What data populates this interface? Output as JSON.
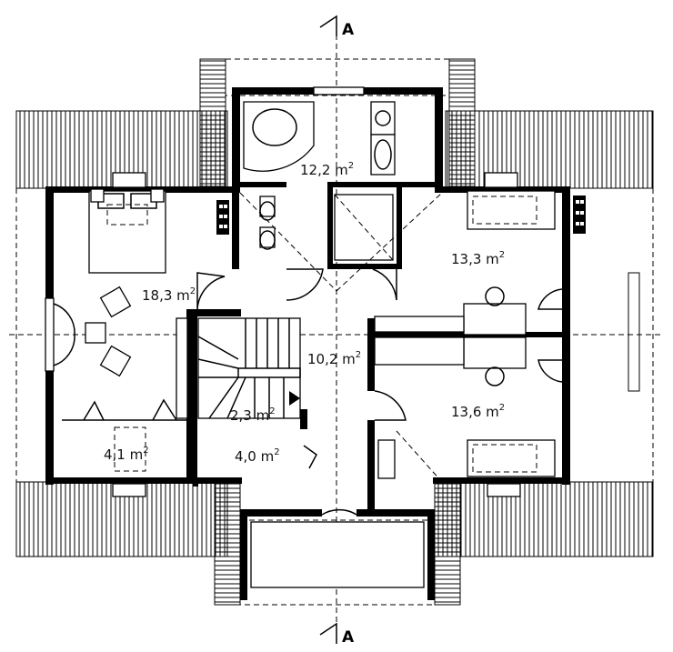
{
  "section_marks": {
    "top": "A",
    "bottom": "A"
  },
  "rooms": [
    {
      "id": "bathroom",
      "area": "12,2",
      "unit": "m",
      "exp": "2"
    },
    {
      "id": "bedroom-ne",
      "area": "13,3",
      "unit": "m",
      "exp": "2"
    },
    {
      "id": "bedroom-w",
      "area": "18,3",
      "unit": "m",
      "exp": "2"
    },
    {
      "id": "hall",
      "area": "10,2",
      "unit": "m",
      "exp": "2"
    },
    {
      "id": "bedroom-se",
      "area": "13,6",
      "unit": "m",
      "exp": "2"
    },
    {
      "id": "stair",
      "area": "2,3",
      "unit": "m",
      "exp": "2"
    },
    {
      "id": "wardrobe",
      "area": "4,1",
      "unit": "m",
      "exp": "2"
    },
    {
      "id": "landing",
      "area": "4,0",
      "unit": "m",
      "exp": "2"
    }
  ]
}
